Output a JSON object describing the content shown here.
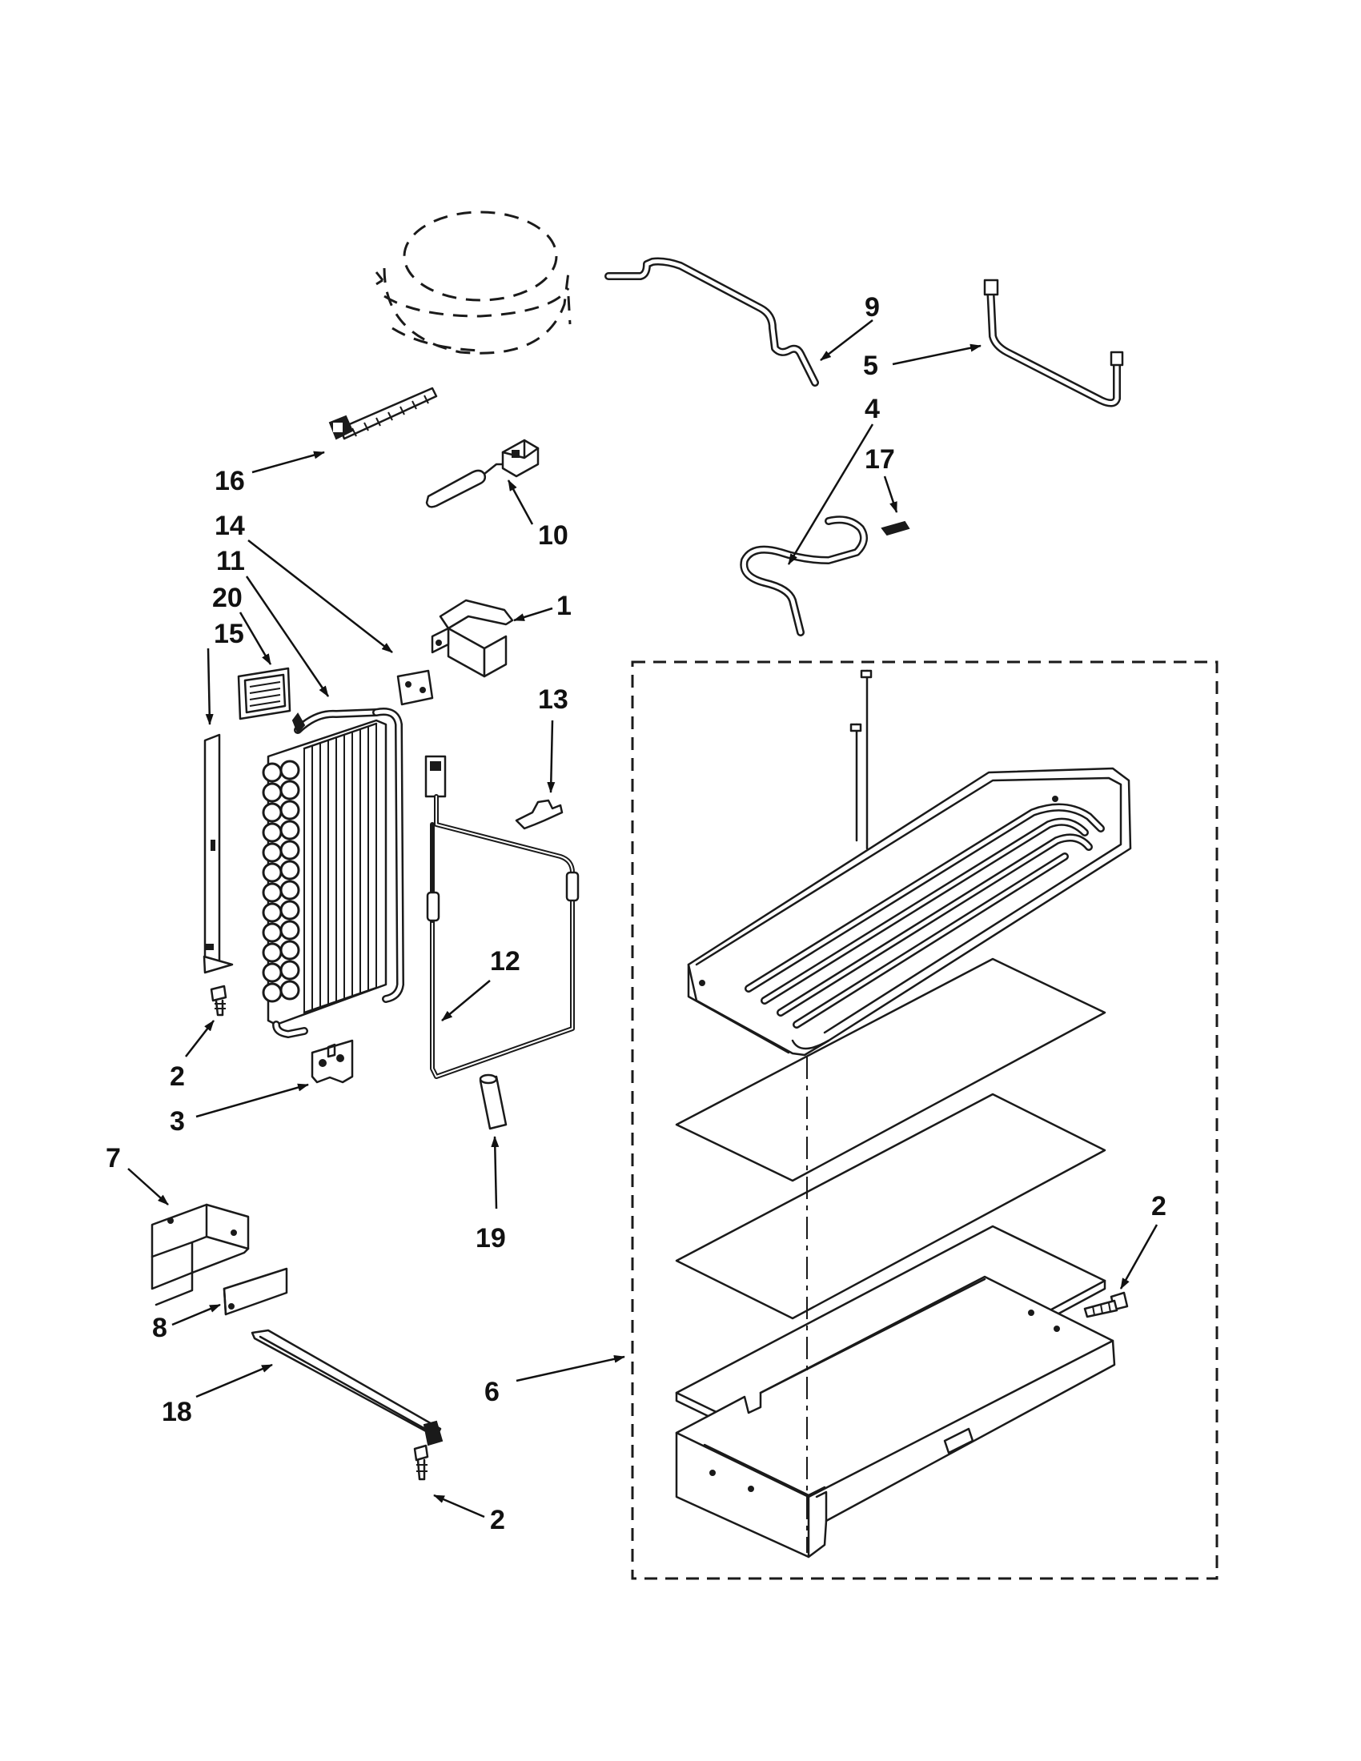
{
  "callouts": {
    "c1": "1",
    "c2a": "2",
    "c2b": "2",
    "c2c": "2",
    "c3": "3",
    "c4": "4",
    "c5": "5",
    "c6": "6",
    "c7": "7",
    "c8": "8",
    "c9": "9",
    "c10": "10",
    "c11": "11",
    "c12": "12",
    "c13": "13",
    "c14": "14",
    "c15": "15",
    "c16": "16",
    "c17": "17",
    "c18": "18",
    "c19": "19",
    "c20": "20"
  }
}
